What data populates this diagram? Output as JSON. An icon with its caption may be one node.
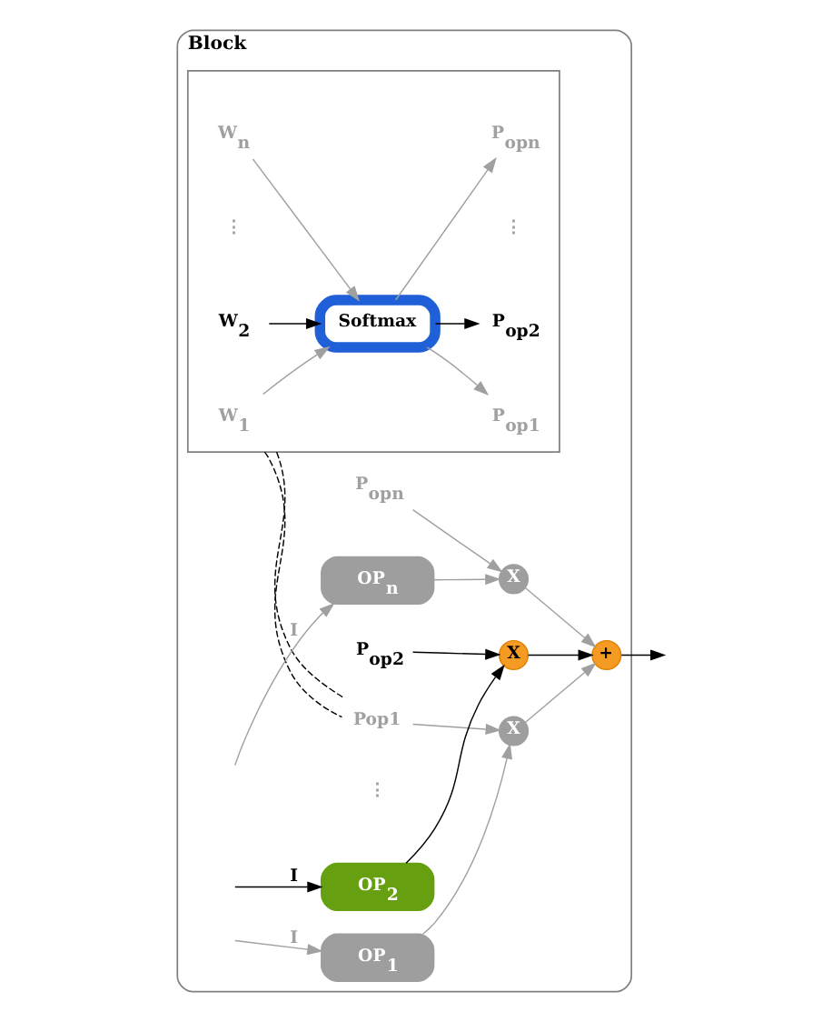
{
  "diagram": {
    "nodes": [
      {
        "text": [
          "Block"
        ]
      },
      {
        "text": [],
        "shape": "box",
        "in": 0
      },
      {
        "text": [
          "W$_{1}$"
        ],
        "in": 1
      },
      {
        "text": [
          "W$_{2}$"
        ],
        "in": 1
      },
      {
        "text": [
          "W$_{n}$"
        ],
        "in": 1
      },
      {
        "text": [
          "Softmax"
        ],
        "in": 1
      },
      {
        "text": [
          "P$_{op1}$"
        ],
        "in": 1
      },
      {
        "text": [
          "P$_{op2}$"
        ],
        "in": 1
      },
      {
        "text": [
          "P$_{opn}$"
        ],
        "in": 1
      },
      {
        "text": [
          "Pop1"
        ],
        "in": 0
      },
      {
        "text": [
          "OP$_{1}$"
        ],
        "in": 0
      },
      {
        "text": [
          "OP$_{2}$"
        ],
        "in": 0
      },
      {
        "text": [
          "OP$_{n}$"
        ],
        "in": 0
      },
      {
        "text": [
          "X"
        ],
        "in": 0
      },
      {
        "text": [
          "X"
        ],
        "in": 0
      },
      {
        "text": [
          "X"
        ],
        "in": 0
      },
      {
        "text": [
          "+"
        ],
        "in": 0
      },
      {
        "text": [
          "P$_{op2}$"
        ],
        "in": 0
      },
      {
        "text": [
          "P$_{opn}$"
        ],
        "in": 0
      }
    ],
    "edges": [
      {
        "from": 2,
        "to": 5,
        "arrow": "to"
      },
      {
        "from": 3,
        "to": 5,
        "arrow": "to",
        "color": "#000000"
      },
      {
        "from": 4,
        "to": 5,
        "arrow": "to"
      },
      {
        "from": 5,
        "to": 6,
        "arrow": "to"
      },
      {
        "from": 5,
        "to": 7,
        "arrow": "to",
        "color": "#000000"
      },
      {
        "from": 5,
        "to": 8,
        "arrow": "to"
      },
      {
        "from": 1,
        "to": 9,
        "arrow": "none",
        "style": "dashed",
        "color": "#000000"
      },
      {
        "from": 1,
        "to": 9,
        "arrow": "none",
        "style": "dashed",
        "color": "#000000"
      },
      {
        "from": null,
        "to": 10,
        "arrow": "to",
        "label": "I"
      },
      {
        "from": null,
        "to": 11,
        "arrow": "to",
        "label": "I",
        "color": "#000000"
      },
      {
        "from": null,
        "to": 12,
        "arrow": "to",
        "label": "I"
      },
      {
        "from": 10,
        "to": 13,
        "arrow": "to"
      },
      {
        "from": 11,
        "to": 14,
        "arrow": "to",
        "color": "#000000"
      },
      {
        "from": 12,
        "to": 15,
        "arrow": "to"
      },
      {
        "from": 9,
        "to": 13,
        "arrow": "to"
      },
      {
        "from": 17,
        "to": 14,
        "arrow": "to",
        "color": "#000000"
      },
      {
        "from": 18,
        "to": 15,
        "arrow": "to"
      },
      {
        "from": 13,
        "to": 16,
        "arrow": "to"
      },
      {
        "from": 14,
        "to": 16,
        "arrow": "to",
        "color": "#000000"
      },
      {
        "from": 15,
        "to": 16,
        "arrow": "to"
      },
      {
        "from": 16,
        "to": null,
        "arrow": "to",
        "color": "#000000"
      }
    ],
    "labels": [
      "⋮",
      "⋮",
      "⋮"
    ]
  }
}
